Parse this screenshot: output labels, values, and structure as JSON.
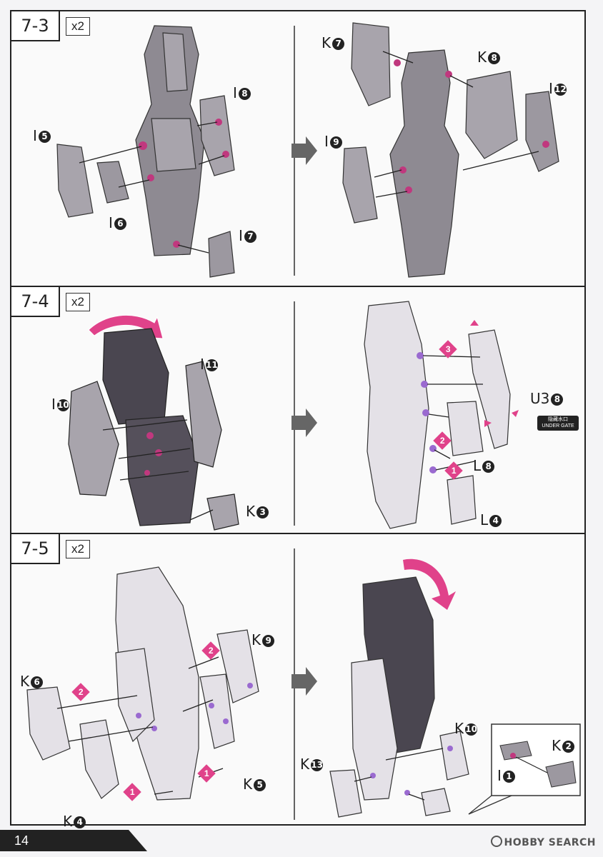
{
  "page": {
    "number": "14",
    "watermark": "HOBBY SEARCH"
  },
  "steps": [
    {
      "id": "7-3",
      "multiplier": "x2",
      "labels": [
        {
          "part": "I",
          "num": "5"
        },
        {
          "part": "I",
          "num": "6"
        },
        {
          "part": "I",
          "num": "7"
        },
        {
          "part": "I",
          "num": "8"
        },
        {
          "part": "K",
          "num": "7"
        },
        {
          "part": "K",
          "num": "8"
        },
        {
          "part": "I",
          "num": "9"
        },
        {
          "part": "I",
          "num": "12"
        }
      ]
    },
    {
      "id": "7-4",
      "multiplier": "x2",
      "labels": [
        {
          "part": "I",
          "num": "10"
        },
        {
          "part": "I",
          "num": "11"
        },
        {
          "part": "K",
          "num": "3"
        },
        {
          "part": "U3",
          "num": "8"
        },
        {
          "part": "L",
          "num": "8"
        },
        {
          "part": "L",
          "num": "4"
        }
      ],
      "order": [
        "3",
        "2",
        "1"
      ],
      "gate_note": {
        "cn": "隐藏水口",
        "en": "UNDER GATE"
      }
    },
    {
      "id": "7-5",
      "multiplier": "x2",
      "labels": [
        {
          "part": "K",
          "num": "6"
        },
        {
          "part": "K",
          "num": "9"
        },
        {
          "part": "K",
          "num": "5"
        },
        {
          "part": "K",
          "num": "4"
        },
        {
          "part": "K",
          "num": "13"
        },
        {
          "part": "K",
          "num": "10"
        },
        {
          "part": "K",
          "num": "2"
        },
        {
          "part": "I",
          "num": "1"
        }
      ],
      "order": [
        "2",
        "2",
        "1",
        "1"
      ]
    }
  ],
  "colors": {
    "accent": "#e0428a",
    "part_light": "#e4e1e7",
    "part_mid": "#9c98a0",
    "part_dark": "#4a4650",
    "line": "#222222"
  }
}
